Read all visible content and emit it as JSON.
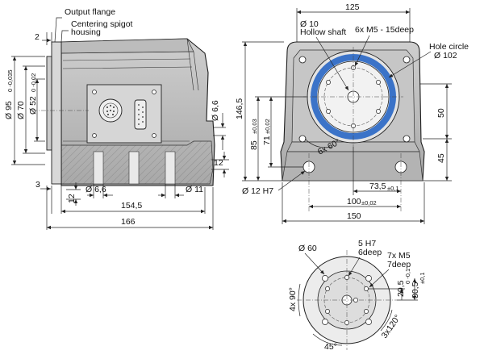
{
  "side_view": {
    "labels": {
      "output_flange": "Output flange",
      "centering_spigot_1": "Centering spigot",
      "centering_spigot_2": "housing"
    },
    "dims": {
      "d2": "2",
      "d95": "Ø 95",
      "d95_tol": "0 -0,035",
      "d70": "Ø 70",
      "d52": "Ø 52",
      "d52_tol": "0 -0,02",
      "d6_6_right": "Ø 6,6",
      "d12_right": "12",
      "d3": "3",
      "d12_bottom": "12",
      "d6_6_bottom": "Ø 6,6",
      "d11": "Ø 11",
      "d154_5": "154,5",
      "d166": "166"
    }
  },
  "front_view": {
    "labels": {
      "d10": "Ø 10",
      "hollow_shaft": "Hollow shaft",
      "m5_holes": "6x M5 - 15deep",
      "hole_circle": "Hole circle",
      "d102": "Ø 102",
      "six_by_60": "6x 60°"
    },
    "dims": {
      "d125": "125",
      "d146_5": "146,5",
      "d85": "85",
      "d85_tol": "±0,03",
      "d71": "71",
      "d71_tol": "±0,02",
      "d50": "50",
      "d45": "45",
      "d12h7": "Ø 12 H7",
      "d73_5": "73,5",
      "d73_5_tol": "±0,1",
      "d100": "100",
      "d100_tol": "±0,02",
      "d150": "150"
    },
    "ring_color": "#3b73c8"
  },
  "flange_view": {
    "labels": {
      "d60": "Ø 60",
      "h7_1": "5 H7",
      "h7_2": "6deep",
      "m5_1": "7x M5",
      "m5_2": "7deep",
      "four_by_90": "4x 90°",
      "d29_5": "29,5",
      "d29_5_tol": "0 -0,1",
      "d30_5": "30,5",
      "d30_5_tol": "±0,1",
      "three_by_120": "3x120°",
      "d45deg": "45°"
    }
  }
}
